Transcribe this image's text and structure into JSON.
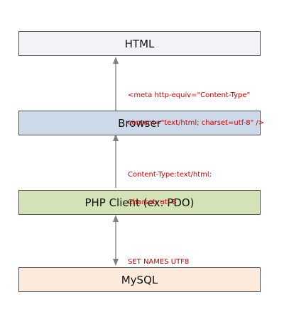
{
  "layers": {
    "html": "HTML",
    "browser": "Browser",
    "php_client": "PHP Client (ex: PDO)",
    "mysql": "MySQL"
  },
  "connections": {
    "browser_to_html": {
      "label_line1": "<meta http-equiv=\"Content-Type\"",
      "label_line2": "content=\"text/html; charset=utf-8\" />"
    },
    "php_to_browser": {
      "label_line1": "Content-Type:text/html;",
      "label_line2": "Charset: utf-8"
    },
    "php_mysql": {
      "label_line1": "SET NAMES UTF8"
    }
  },
  "colors": {
    "html_box": "#f3f2f7",
    "browser_box": "#ccd9e8",
    "php_box": "#d4e3b5",
    "mysql_box": "#fcebdc",
    "label_text": "#cc0000",
    "arrow": "#808080",
    "box_border": "#4d4d4d"
  }
}
